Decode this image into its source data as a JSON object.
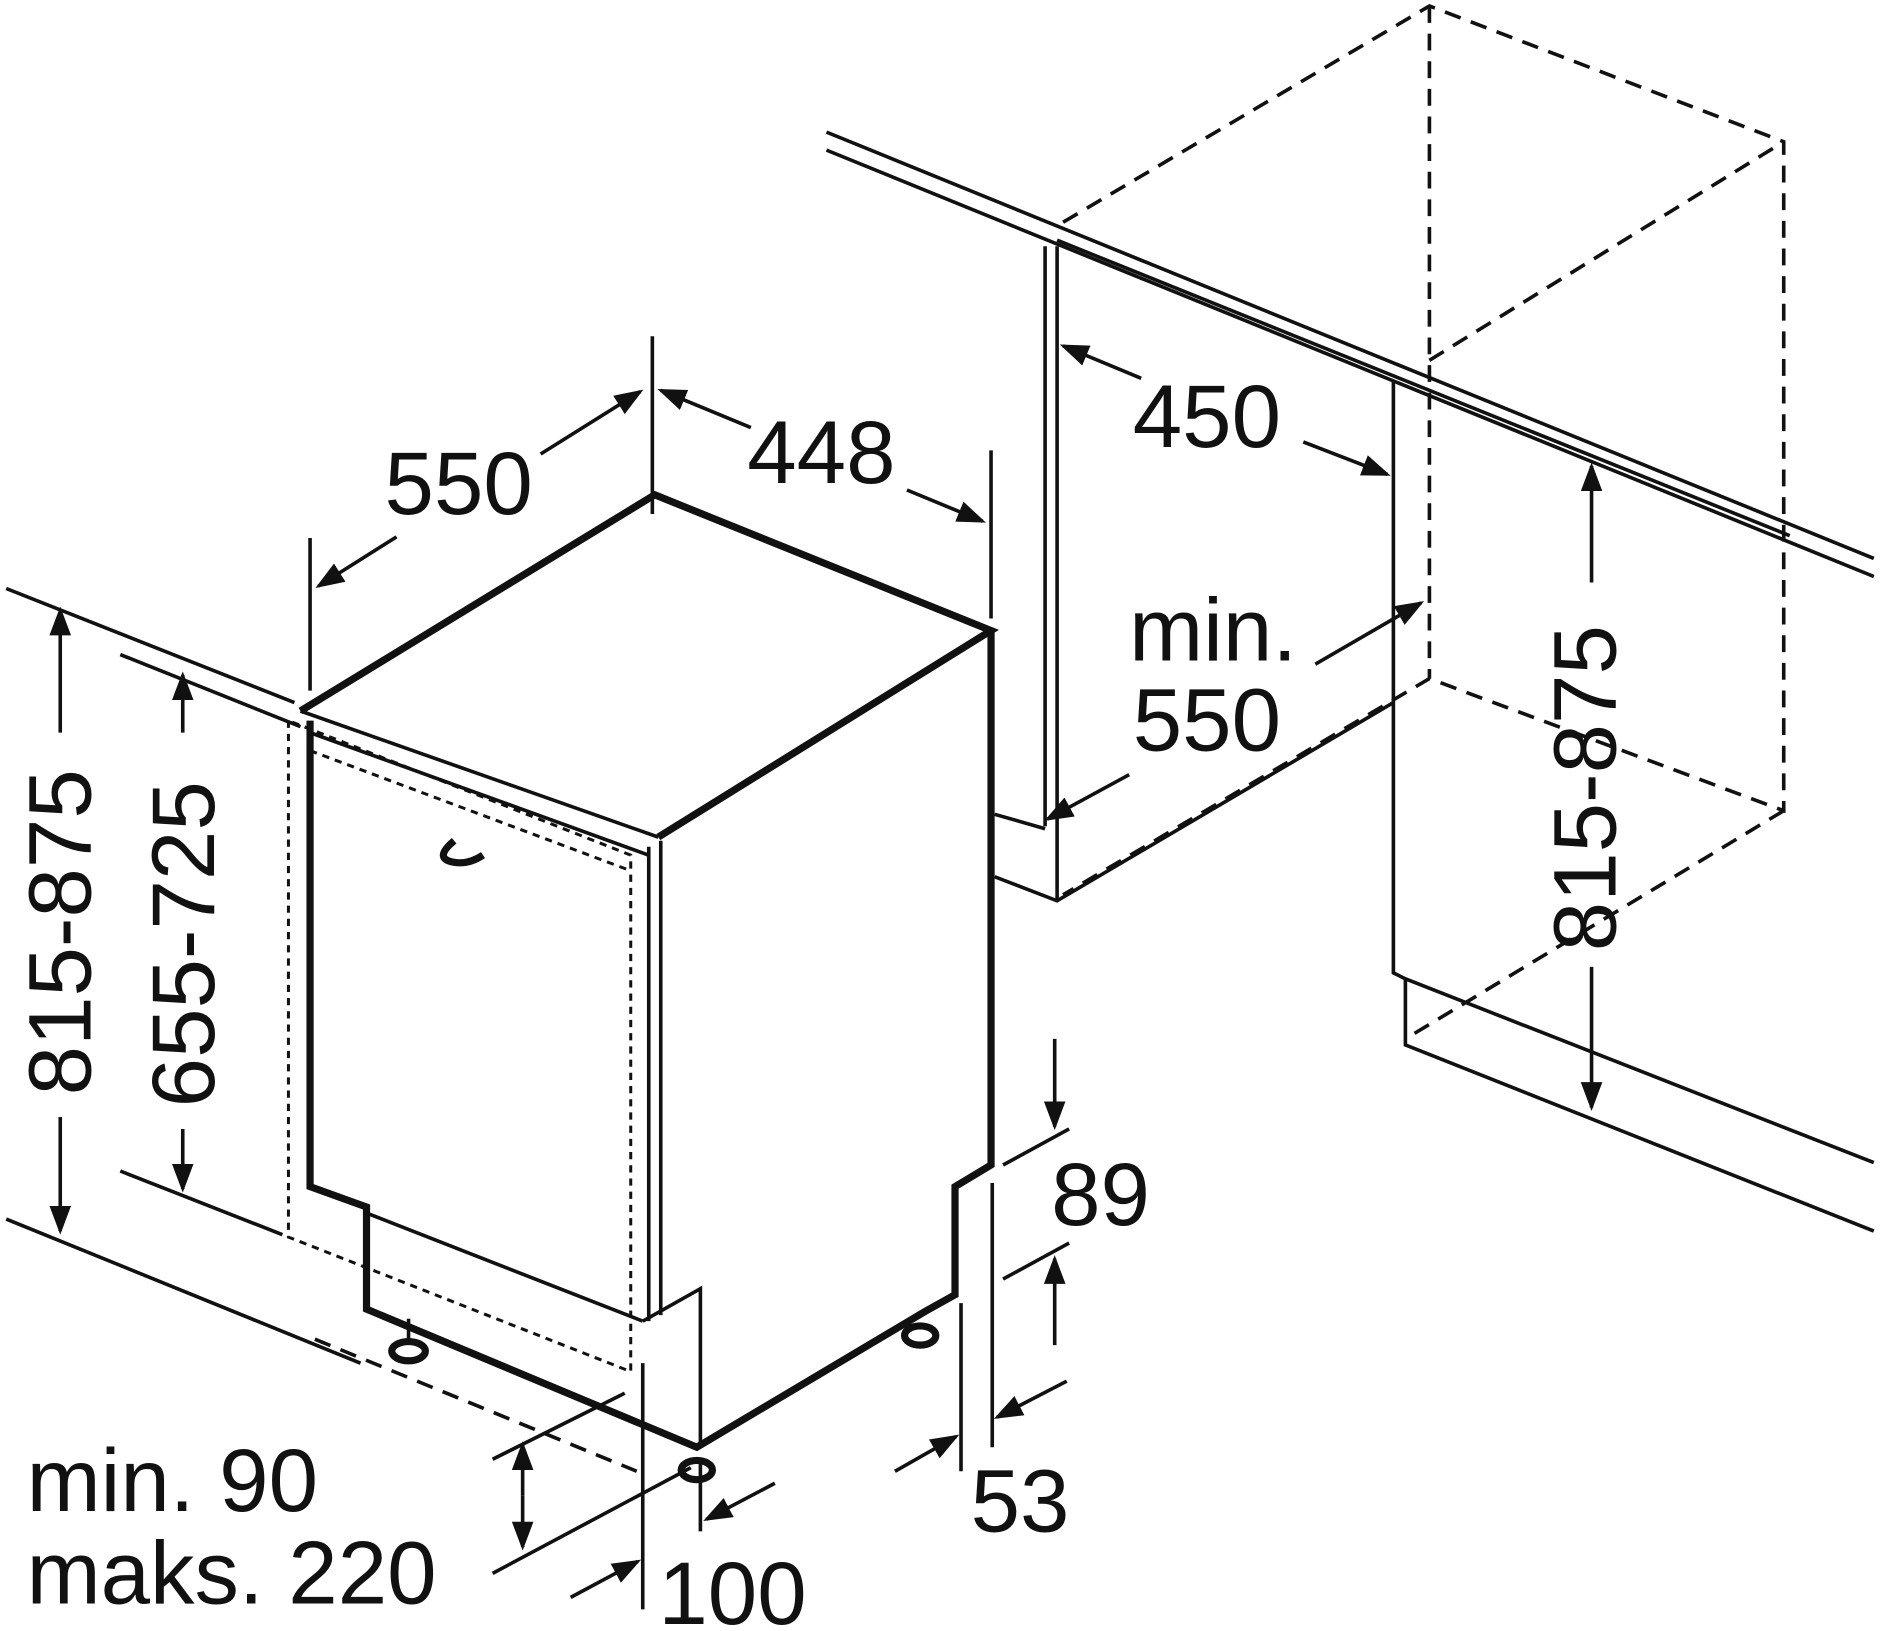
{
  "dimensions": {
    "depth_550": "550",
    "width_448": "448",
    "niche_width_450": "450",
    "min_label": "min.",
    "min_depth_550": "550",
    "left_height": "815-875",
    "door_height": "655-725",
    "right_height": "815-875",
    "dim_89": "89",
    "dim_53": "53",
    "plinth_min": "min. 90",
    "plinth_max": "maks. 220",
    "dim_100": "100"
  },
  "colors": {
    "line": "#111111",
    "background": "#ffffff"
  }
}
